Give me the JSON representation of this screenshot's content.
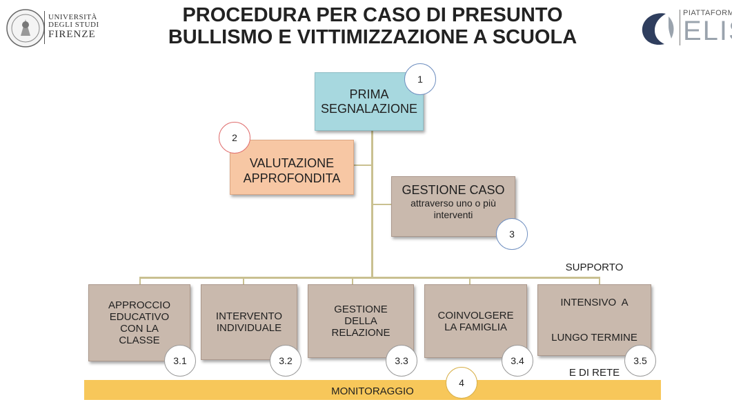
{
  "header": {
    "title_line1": "PROCEDURA PER CASO DI PRESUNTO",
    "title_line2": "BULLISMO E VITTIMIZZAZIONE A SCUOLA",
    "left_logo": {
      "line1": "UNIVERSITÀ",
      "line2": "DEGLI STUDI",
      "line3": "FIRENZE",
      "icon": "university-seal-icon"
    },
    "right_logo": {
      "top": "PIATTAFORMA",
      "name": "ELISA",
      "icon": "elisa-profile-icon"
    }
  },
  "colors": {
    "step1": "#a7d8df",
    "step2": "#f7c7a4",
    "step3": "#c9b9ad",
    "monitor": "#f7c75a",
    "connector": "#c9c090"
  },
  "steps": {
    "s1": {
      "num": "1",
      "line1": "PRIMA",
      "line2": "SEGNALAZIONE"
    },
    "s2": {
      "num": "2",
      "line1": "VALUTAZIONE",
      "line2": "APPROFONDITA"
    },
    "s3": {
      "num": "3",
      "line1": "GESTIONE CASO",
      "line2": "attraverso uno o più",
      "line3": "interventi"
    }
  },
  "interventions": [
    {
      "num": "3.1",
      "lines": [
        "APPROCCIO",
        "EDUCATIVO",
        "CON LA",
        "CLASSE"
      ]
    },
    {
      "num": "3.2",
      "lines": [
        "INTERVENTO",
        "INDIVIDUALE"
      ]
    },
    {
      "num": "3.3",
      "lines": [
        "GESTIONE",
        "DELLA",
        "RELAZIONE"
      ]
    },
    {
      "num": "3.4",
      "lines": [
        "COINVOLGERE",
        "LA FAMIGLIA"
      ]
    },
    {
      "num": "3.5",
      "lines": [
        "SUPPORTO",
        "INTENSIVO  A",
        "LUNGO TERMINE",
        "E DI RETE"
      ]
    }
  ],
  "monitor": {
    "num": "4",
    "label": "MONITORAGGIO"
  }
}
